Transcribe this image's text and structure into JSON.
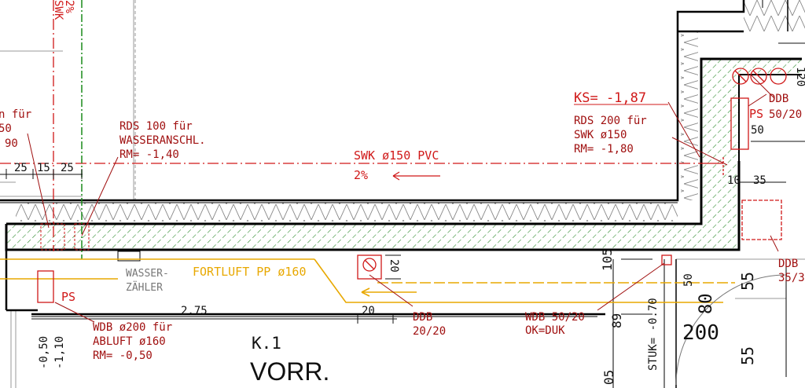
{
  "colors": {
    "background": "#ffffff",
    "wall": "#000000",
    "hatch": "#2e8b2e",
    "drain_red": "#d01818",
    "annotation_red": "#a01010",
    "exhaust_orange": "#e8a800",
    "construction_gray": "#9a9a9a",
    "dim_black": "#111111"
  },
  "top_left": {
    "label_swk": "SWK",
    "label_slope": "2%"
  },
  "left_cut": {
    "line1": "n für",
    "line2": "50",
    "line3": "90"
  },
  "dims_top_left": {
    "d1": "25",
    "d2": "15",
    "d3": "25"
  },
  "rds_100": {
    "line1": "RDS 100 für",
    "line2": "WASSERANSCHL.",
    "line3": "RM= -1,40"
  },
  "swk_main": {
    "line1": "SWK ø150 PVC",
    "line2": "2%"
  },
  "ks_level": "KS= -1,87",
  "rds_200": {
    "line1": "RDS 200 für",
    "line2": "SWK ø150",
    "line3": "RM= -1,80"
  },
  "ddb_top": "DDB",
  "ps_top": "PS",
  "ps_top_size": "50/20",
  "dim_50": "50",
  "dim_120": "120",
  "dims_right": {
    "d1": "10",
    "d2": "35"
  },
  "ddb_right": {
    "line1": "DDB",
    "line2": "35/3"
  },
  "fortluft": "FORTLUFT PP ø160",
  "wasser": {
    "line1": "WASSER-",
    "line2": "ZÄHLER"
  },
  "dim_20_box": "20",
  "ps_left": "PS",
  "wdb_200": {
    "line1": "WDB ø200 für",
    "line2": "ABLUFT ø160",
    "line3": "RM= -0,50"
  },
  "left_levels": {
    "l1": "-0,50",
    "l2": "-1,10"
  },
  "dim_275": "2.75",
  "dim_20_bottom": "20",
  "ddb_2020": {
    "line1": "DDB",
    "line2": "20/20"
  },
  "wdb_50": {
    "line1": "WDB 50/20",
    "line2": "OK=DUK"
  },
  "room_number": "K.1",
  "room_name": "VORR.",
  "dim_105": "105",
  "dim_89": "89",
  "dim_05": "05",
  "stuk": "STUK= -0.70",
  "door": {
    "d50": "50",
    "d80": "80",
    "d200": "200",
    "d55a": "55",
    "d55b": "55"
  }
}
